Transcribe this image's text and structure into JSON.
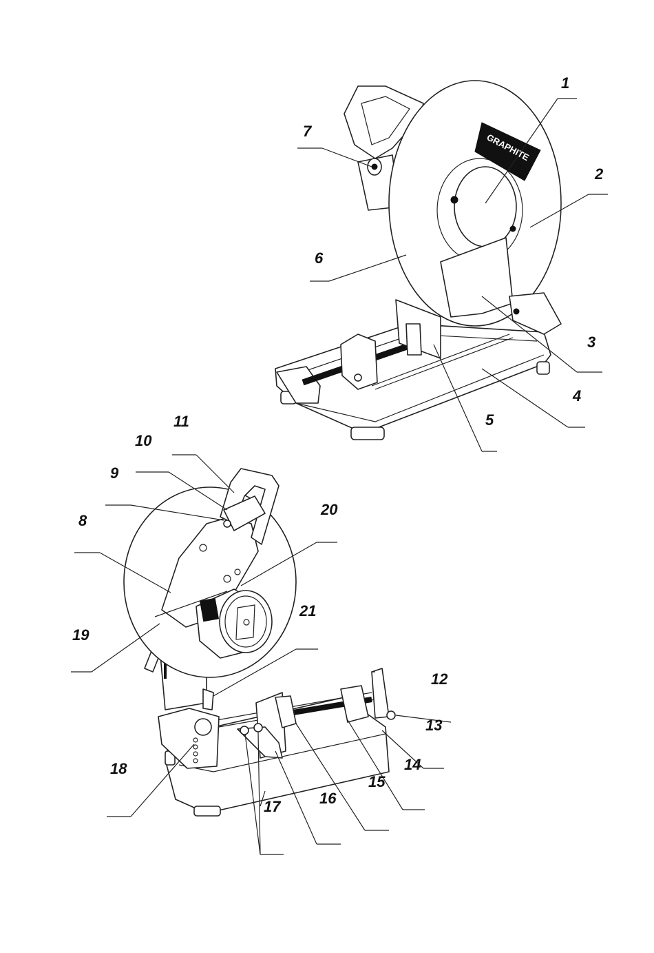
{
  "brand_logo": "GRAPHITE",
  "callouts": [
    {
      "id": "c1",
      "label": "1"
    },
    {
      "id": "c2",
      "label": "2"
    },
    {
      "id": "c3",
      "label": "3"
    },
    {
      "id": "c4",
      "label": "4"
    },
    {
      "id": "c5",
      "label": "5"
    },
    {
      "id": "c6",
      "label": "6"
    },
    {
      "id": "c7",
      "label": "7"
    },
    {
      "id": "c8",
      "label": "8"
    },
    {
      "id": "c9",
      "label": "9"
    },
    {
      "id": "c10",
      "label": "10"
    },
    {
      "id": "c11",
      "label": "11"
    },
    {
      "id": "c12",
      "label": "12"
    },
    {
      "id": "c13",
      "label": "13"
    },
    {
      "id": "c14",
      "label": "14"
    },
    {
      "id": "c15",
      "label": "15"
    },
    {
      "id": "c16",
      "label": "16"
    },
    {
      "id": "c17",
      "label": "17"
    },
    {
      "id": "c18",
      "label": "18"
    },
    {
      "id": "c19",
      "label": "19"
    },
    {
      "id": "c20",
      "label": "20"
    },
    {
      "id": "c21",
      "label": "21"
    }
  ]
}
